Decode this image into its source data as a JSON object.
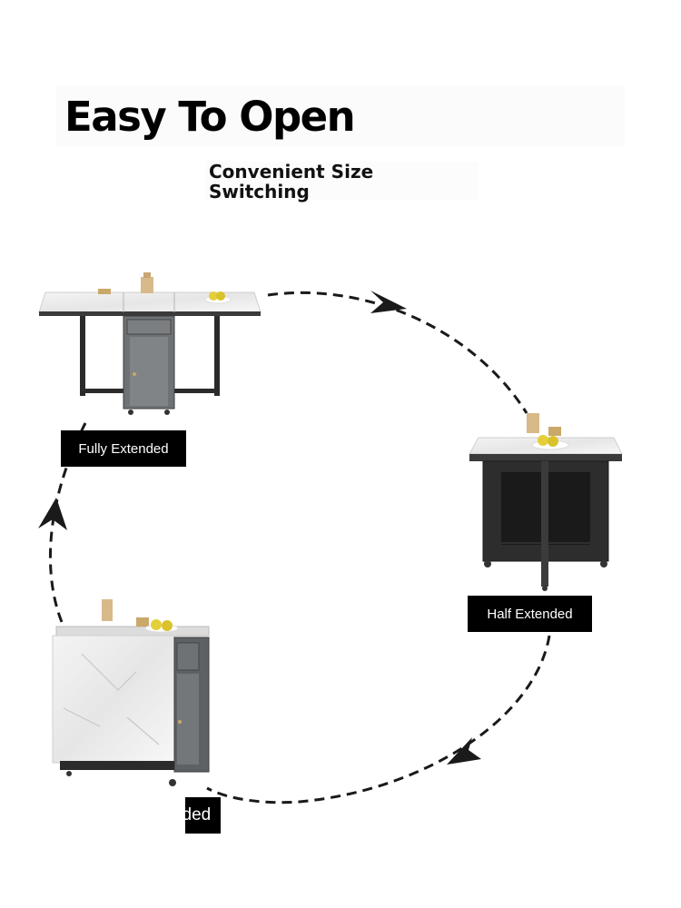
{
  "header": {
    "title": "Easy To Open",
    "subtitle_line1": "Convenient Size",
    "subtitle_line2": "Switching"
  },
  "states": {
    "fully_extended": "Fully Extended",
    "half_extended": "Half Extended",
    "fully_folded": "Fully Folded"
  },
  "colors": {
    "frame": "#2b2b2b",
    "cabinet": "#6f7275",
    "marble": "#ececec",
    "label_bg": "#000000",
    "label_text": "#ffffff"
  }
}
